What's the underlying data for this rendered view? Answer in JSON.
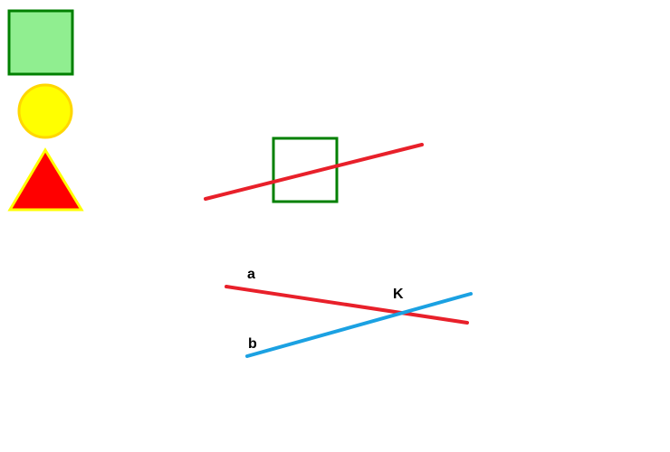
{
  "palette": {
    "square": {
      "fill": "#90EE90",
      "stroke": "#008000"
    },
    "circle": {
      "fill": "#FFFF00",
      "stroke": "#FFD700"
    },
    "triangle": {
      "fill": "#FF0000",
      "stroke": "#FFFF00"
    }
  },
  "diagram": {
    "line_color_red": "#E8202A",
    "line_color_blue": "#1BA1E2",
    "square_stroke": "#008000",
    "labels": {
      "a": "a",
      "b": "b",
      "k": "K"
    }
  }
}
